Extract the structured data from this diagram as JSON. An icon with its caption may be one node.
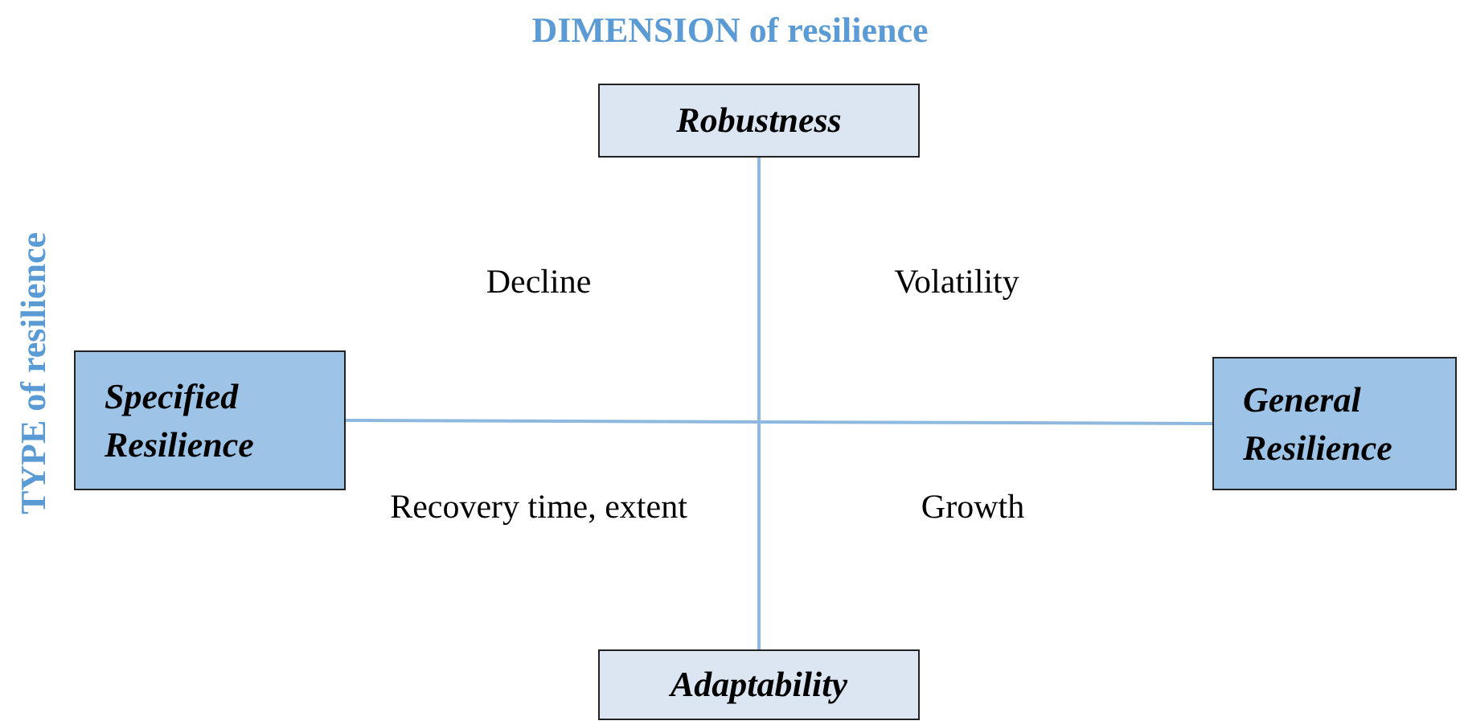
{
  "diagram": {
    "title": "DIMENSION of resilience",
    "nodes": [
      {
        "text": [
          "Robustness"
        ]
      },
      {
        "text": [
          "Specified Resilience"
        ]
      },
      {
        "text": [
          "General Resilience"
        ]
      },
      {
        "text": [
          "Adaptability"
        ]
      }
    ],
    "edges": [
      {
        "from": 0,
        "to": 3,
        "arrow": "none"
      },
      {
        "from": 1,
        "to": 2,
        "arrow": "none"
      }
    ],
    "labels": [
      "TYPE of resilience",
      "Decline",
      "Volatility",
      "Recovery time, extent",
      "Growth"
    ]
  }
}
